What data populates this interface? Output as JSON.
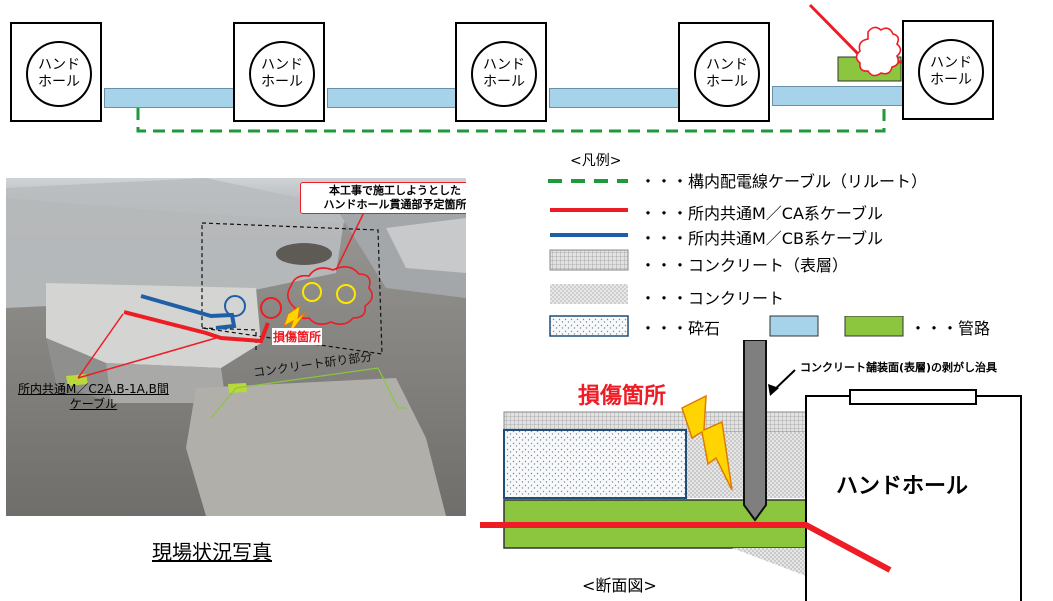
{
  "handhole": {
    "label_line1": "ハンド",
    "label_line2": "ホール"
  },
  "photo": {
    "callout_title_line1": "本工事で施工しようとした",
    "callout_title_line2": "ハンドホール貫通部予定箇所",
    "damage_label": "損傷箇所",
    "concrete_area_label": "コンクリート斫り部分",
    "cable_label_line1": "所内共通M／C2A,B-1A,B間",
    "cable_label_line2": "ケーブル"
  },
  "photo_caption": "現場状況写真",
  "legend": {
    "title": "<凡例>",
    "items": {
      "reroute": "・・・構内配電線ケーブル（リルート）",
      "ca_cable": "・・・所内共通M／CA系ケーブル",
      "cb_cable": "・・・所内共通M／CB系ケーブル",
      "concrete_surface": "・・・コンクリート（表層）",
      "concrete": "・・・コンクリート",
      "gravel": "・・・砕石",
      "conduit": "・・・管路"
    }
  },
  "section": {
    "tool_label": "コンクリート舗装面(表層)の剥がし治具",
    "damage_label": "損傷箇所",
    "handhole_label": "ハンドホール",
    "caption": "<断面図>"
  },
  "colors": {
    "conduit_blue": "#a6d3ea",
    "pipe_green": "#8cc63f",
    "ca_red": "#ee1c25",
    "cb_blue": "#1f5fa8",
    "reroute_green": "#1e9a3c",
    "lightning_yellow": "#ffd400"
  }
}
